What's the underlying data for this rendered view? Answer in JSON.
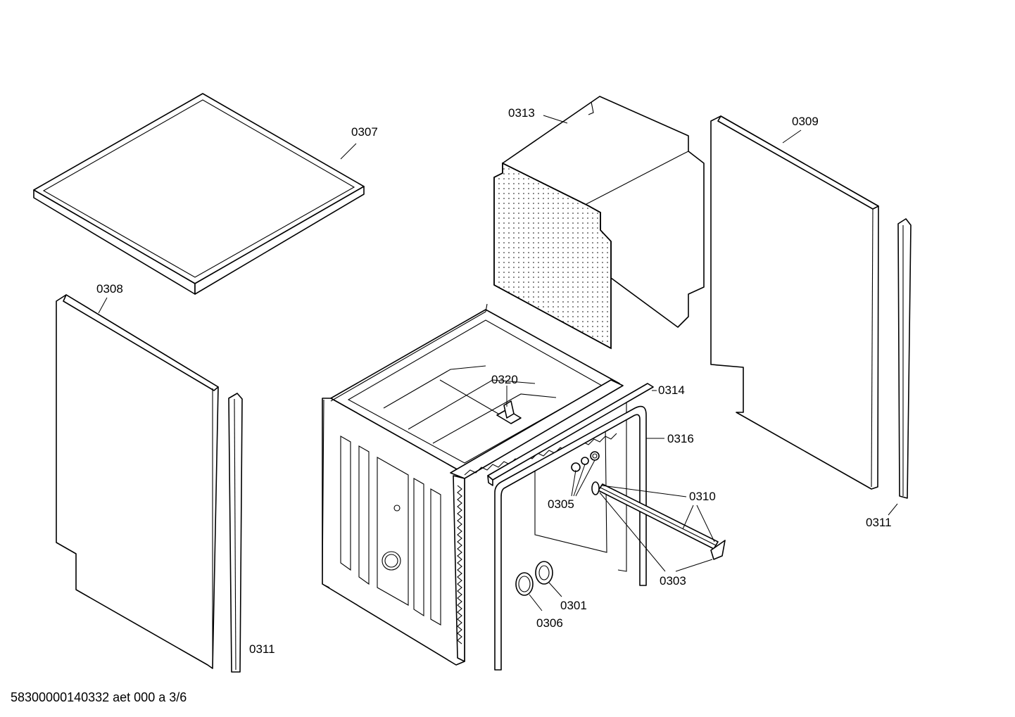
{
  "diagram": {
    "parts": [
      {
        "id": "0307",
        "label": "0307",
        "name": "top cover panel"
      },
      {
        "id": "0308",
        "label": "0308",
        "name": "left side panel"
      },
      {
        "id": "0309",
        "label": "0309",
        "name": "right side panel"
      },
      {
        "id": "0313",
        "label": "0313",
        "name": "insulation mat"
      },
      {
        "id": "0311a",
        "label": "0311",
        "name": "left trim strip"
      },
      {
        "id": "0311b",
        "label": "0311",
        "name": "right trim strip"
      },
      {
        "id": "0320",
        "label": "0320",
        "name": "clip"
      },
      {
        "id": "0314",
        "label": "0314",
        "name": "front rail"
      },
      {
        "id": "0316",
        "label": "0316",
        "name": "door seal"
      },
      {
        "id": "0305",
        "label": "0305",
        "name": "screws"
      },
      {
        "id": "0310",
        "label": "0310",
        "name": "hose"
      },
      {
        "id": "0303",
        "label": "0303",
        "name": "clamp"
      },
      {
        "id": "0301",
        "label": "0301",
        "name": "nut"
      },
      {
        "id": "0306",
        "label": "0306",
        "name": "seal ring"
      }
    ],
    "footer_code": "58300000140332 aet 000 a 3/6"
  }
}
